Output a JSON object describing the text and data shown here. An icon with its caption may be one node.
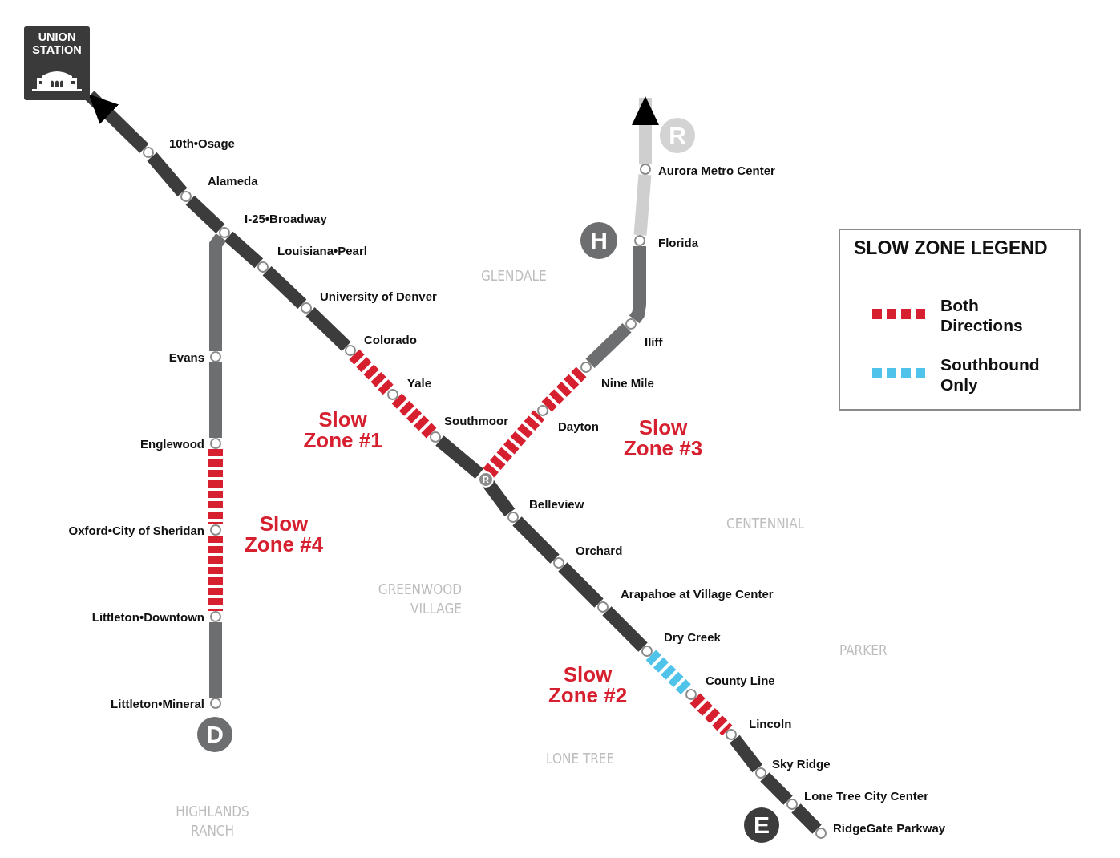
{
  "diagram": {
    "nodes": [
      {
        "text": [
          "UNION STATION"
        ]
      },
      {
        "text": [
          "10th•Osage"
        ]
      },
      {
        "text": [
          "Alameda"
        ]
      },
      {
        "text": [
          "I-25•Broadway"
        ]
      },
      {
        "text": [
          "Louisiana•Pearl"
        ]
      },
      {
        "text": [
          "University of Denver"
        ]
      },
      {
        "text": [
          "Colorado"
        ]
      },
      {
        "text": [
          "Yale"
        ]
      },
      {
        "text": [
          "Southmoor"
        ]
      },
      {
        "text": [
          "R"
        ]
      },
      {
        "text": [
          "Belleview"
        ]
      },
      {
        "text": [
          "Orchard"
        ]
      },
      {
        "text": [
          "Arapahoe at Village Center"
        ]
      },
      {
        "text": [
          "Dry Creek"
        ]
      },
      {
        "text": [
          "County Line"
        ]
      },
      {
        "text": [
          "Lincoln"
        ]
      },
      {
        "text": [
          "Sky Ridge"
        ]
      },
      {
        "text": [
          "Lone Tree City Center"
        ]
      },
      {
        "text": [
          "RidgeGate Parkway"
        ]
      },
      {
        "text": [
          "Dayton"
        ]
      },
      {
        "text": [
          "Nine Mile"
        ]
      },
      {
        "text": [
          "Iliff"
        ]
      },
      {
        "text": [
          "Florida"
        ]
      },
      {
        "text": [
          "Aurora Metro Center"
        ]
      },
      {
        "text": [
          "Evans"
        ]
      },
      {
        "text": [
          "Englewood"
        ]
      },
      {
        "text": [
          "Oxford•City of Sheridan"
        ]
      },
      {
        "text": [
          "Littleton•Downtown"
        ]
      },
      {
        "text": [
          "Littleton•Mineral"
        ]
      }
    ],
    "edges": [
      {
        "from": 1,
        "to": 0,
        "arrow": "to"
      },
      {
        "from": 1,
        "to": 2,
        "arrow": "none"
      },
      {
        "from": 2,
        "to": 3,
        "arrow": "none"
      },
      {
        "from": 3,
        "to": 4,
        "arrow": "none"
      },
      {
        "from": 4,
        "to": 5,
        "arrow": "none"
      },
      {
        "from": 5,
        "to": 6,
        "arrow": "none"
      },
      {
        "from": 6,
        "to": 7,
        "arrow": "none",
        "style": "dashed",
        "color": "#d7202f"
      },
      {
        "from": 7,
        "to": 8,
        "arrow": "none",
        "style": "dashed",
        "color": "#d7202f"
      },
      {
        "from": 8,
        "to": 9,
        "arrow": "none"
      },
      {
        "from": 9,
        "to": 10,
        "arrow": "none"
      },
      {
        "from": 10,
        "to": 11,
        "arrow": "none"
      },
      {
        "from": 11,
        "to": 12,
        "arrow": "none"
      },
      {
        "from": 12,
        "to": 13,
        "arrow": "none"
      },
      {
        "from": 13,
        "to": 14,
        "arrow": "none",
        "style": "dashed",
        "color": "#4fc3ea"
      },
      {
        "from": 14,
        "to": 15,
        "arrow": "none",
        "style": "dashed",
        "color": "#d7202f"
      },
      {
        "from": 15,
        "to": 16,
        "arrow": "none"
      },
      {
        "from": 16,
        "to": 17,
        "arrow": "none"
      },
      {
        "from": 17,
        "to": 18,
        "arrow": "none"
      },
      {
        "from": 9,
        "to": 19,
        "arrow": "none",
        "style": "dashed",
        "color": "#d7202f"
      },
      {
        "from": 19,
        "to": 20,
        "arrow": "none",
        "style": "dashed",
        "color": "#d7202f"
      },
      {
        "from": 20,
        "to": 21,
        "arrow": "none",
        "color": "#6d6e70"
      },
      {
        "from": 21,
        "to": 22,
        "arrow": "none",
        "color": "#6d6e70"
      },
      {
        "from": 22,
        "to": 23,
        "arrow": "none",
        "color": "#cfcfcf"
      },
      {
        "from": 23,
        "to": null,
        "arrow": "to",
        "color": "#cfcfcf"
      },
      {
        "from": 3,
        "to": 24,
        "arrow": "none",
        "color": "#6d6e70"
      },
      {
        "from": 24,
        "to": 25,
        "arrow": "none",
        "color": "#6d6e70"
      },
      {
        "from": 25,
        "to": 26,
        "arrow": "none",
        "style": "dashed",
        "color": "#d7202f"
      },
      {
        "from": 26,
        "to": 27,
        "arrow": "none",
        "style": "dashed",
        "color": "#d7202f"
      },
      {
        "from": 27,
        "to": 28,
        "arrow": "none",
        "color": "#6d6e70"
      }
    ],
    "labels": [
      "R",
      "H",
      "D",
      "E",
      "GLENDALE",
      "SLOW ZONE LEGEND",
      "Slow Zone #1",
      "Slow Zone #3",
      "CENTENNIAL",
      "Slow Zone #4",
      "GREENWOOD VILLAGE",
      "PARKER",
      "Slow Zone #2",
      "LONE TREE",
      "HIGHLANDS RANCH"
    ],
    "legend": [
      {
        "text": "Both Directions",
        "color": "#d7202f"
      },
      {
        "text": "Southbound Only",
        "color": "#4fc3ea"
      }
    ]
  }
}
